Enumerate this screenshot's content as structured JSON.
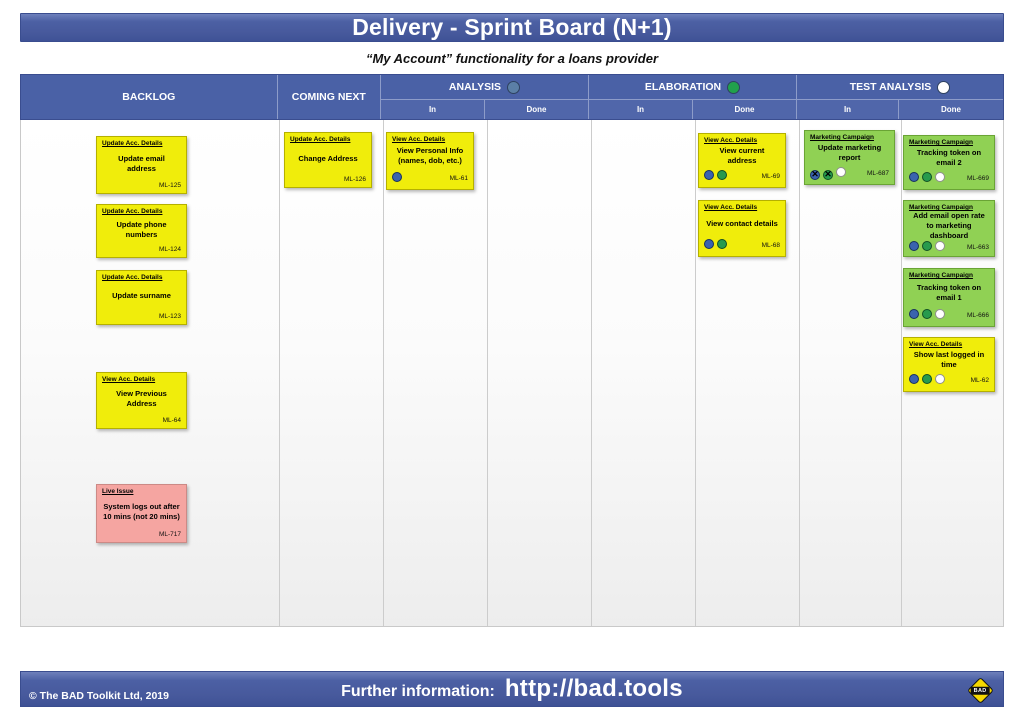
{
  "title": "Delivery - Sprint Board (N+1)",
  "subtitle": "“My Account” functionality for a loans provider",
  "header": {
    "backlog": "BACKLOG",
    "coming_next": "COMING NEXT",
    "phases": [
      {
        "name": "ANALYSIS",
        "status": "in-progress"
      },
      {
        "name": "ELABORATION",
        "status": "done"
      },
      {
        "name": "TEST ANALYSIS",
        "status": "not-started"
      }
    ],
    "sub": [
      "In",
      "Done",
      "In",
      "Done",
      "In",
      "Done"
    ]
  },
  "cards": [
    {
      "lane": "backlog",
      "type": "yellow",
      "label": "Update Acc. Details",
      "title": "Update email address",
      "id": "ML-125",
      "dots": []
    },
    {
      "lane": "backlog",
      "type": "yellow",
      "label": "Update Acc. Details",
      "title": "Update phone numbers",
      "id": "ML-124",
      "dots": []
    },
    {
      "lane": "backlog",
      "type": "yellow",
      "label": "Update Acc. Details",
      "title": "Update surname",
      "id": "ML-123",
      "dots": []
    },
    {
      "lane": "backlog",
      "type": "yellow",
      "label": "View Acc. Details",
      "title": "View Previous Address",
      "id": "ML-64",
      "dots": []
    },
    {
      "lane": "backlog",
      "type": "pink",
      "label": "Live Issue",
      "title": "System logs out after 10 mins (not 20 mins)",
      "id": "ML-717",
      "dots": []
    },
    {
      "lane": "coming-next",
      "type": "yellow",
      "label": "Update Acc. Details",
      "title": "Change Address",
      "id": "ML-126",
      "dots": []
    },
    {
      "lane": "analysis-in",
      "type": "yellow",
      "label": "View Acc. Details",
      "title": "View Personal Info (names, dob, etc.)",
      "id": "ML-61",
      "dots": [
        {
          "color": "blue"
        }
      ]
    },
    {
      "lane": "elaboration-done",
      "type": "yellow",
      "label": "View Acc. Details",
      "title": "View current address",
      "id": "ML-69",
      "dots": [
        {
          "color": "blue"
        },
        {
          "color": "green"
        }
      ]
    },
    {
      "lane": "elaboration-done",
      "type": "yellow",
      "label": "View Acc. Details",
      "title": "View contact details",
      "id": "ML-68",
      "dots": [
        {
          "color": "blue"
        },
        {
          "color": "green"
        }
      ]
    },
    {
      "lane": "test-analysis-in",
      "type": "green",
      "label": "Marketing Campaign",
      "title": "Update marketing report",
      "id": "ML-687",
      "dots": [
        {
          "color": "blue",
          "crossed": true
        },
        {
          "color": "green",
          "crossed": true
        },
        {
          "color": "white"
        }
      ]
    },
    {
      "lane": "test-analysis-done",
      "type": "green",
      "label": "Marketing Campaign",
      "title": "Tracking token on email 2",
      "id": "ML-669",
      "dots": [
        {
          "color": "blue"
        },
        {
          "color": "green"
        },
        {
          "color": "white"
        }
      ]
    },
    {
      "lane": "test-analysis-done",
      "type": "green",
      "label": "Marketing Campaign",
      "title": "Add email open rate to marketing dashboard",
      "id": "ML-663",
      "dots": [
        {
          "color": "blue"
        },
        {
          "color": "green"
        },
        {
          "color": "white"
        }
      ]
    },
    {
      "lane": "test-analysis-done",
      "type": "green",
      "label": "Marketing Campaign",
      "title": "Tracking token on email 1",
      "id": "ML-666",
      "dots": [
        {
          "color": "blue"
        },
        {
          "color": "green"
        },
        {
          "color": "white"
        }
      ]
    },
    {
      "lane": "test-analysis-done",
      "type": "yellow",
      "label": "View Acc. Details",
      "title": "Show last logged in time",
      "id": "ML-62",
      "dots": [
        {
          "color": "blue"
        },
        {
          "color": "green"
        },
        {
          "color": "white"
        }
      ]
    }
  ],
  "footer": {
    "copyright": "© The BAD Toolkit Ltd, 2019",
    "info_label": "Further information:",
    "url": "http://bad.tools",
    "logo_text": "BAD"
  },
  "colors": {
    "bar_blue": "#4a5ca0",
    "header_blue": "#4a61a6",
    "subheader_blue": "#5066aa",
    "card_yellow": "#f0ed0b",
    "card_pink": "#f5a5a1",
    "card_green": "#90d154",
    "dot_blue": "#3a63ae",
    "dot_green": "#279a4d",
    "dot_white": "#ffffff",
    "analysis_status": "#5b7fa6",
    "elaboration_status": "#21a14c",
    "test_status": "#ffffff",
    "logo_yellow": "#f5d800"
  }
}
